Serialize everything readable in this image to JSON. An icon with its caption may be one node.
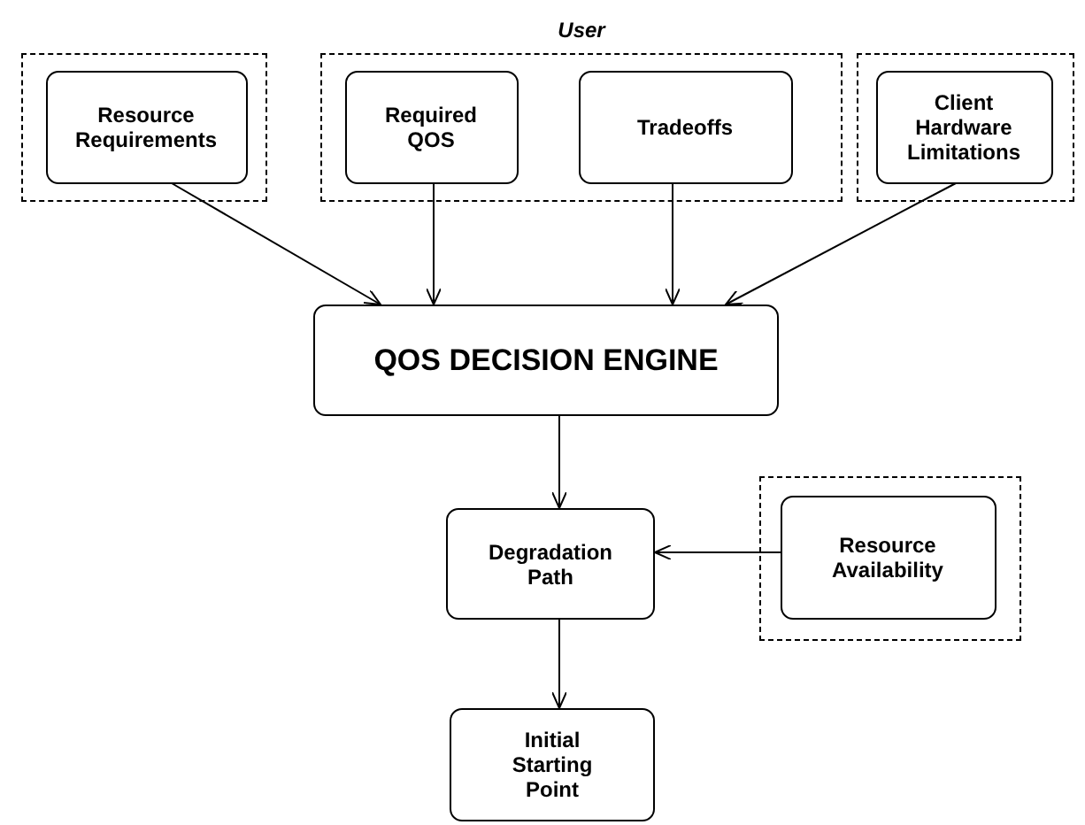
{
  "diagram": {
    "nodes": [
      {
        "text": [],
        "shape": "box"
      },
      {
        "text": [
          "Resource Requirements"
        ],
        "in": 0
      },
      {
        "text": [
          "User"
        ]
      },
      {
        "text": [
          "Required QOS"
        ],
        "in": 2
      },
      {
        "text": [
          "Tradeoffs"
        ],
        "in": 2
      },
      {
        "text": [],
        "shape": "box"
      },
      {
        "text": [
          "Client Hardware Limitations"
        ],
        "in": 5
      },
      {
        "text": [
          "QOS DECISION ENGINE"
        ]
      },
      {
        "text": [
          "Degradation Path"
        ]
      },
      {
        "text": [],
        "shape": "box"
      },
      {
        "text": [
          "Resource Availability"
        ],
        "in": 9
      },
      {
        "text": [
          "Initial Starting Point"
        ]
      }
    ],
    "edges": [
      {
        "from": 1,
        "to": 7,
        "arrow": "to"
      },
      {
        "from": 3,
        "to": 7,
        "arrow": "to"
      },
      {
        "from": 4,
        "to": 7,
        "arrow": "to"
      },
      {
        "from": 6,
        "to": 7,
        "arrow": "to"
      },
      {
        "from": 7,
        "to": 8,
        "arrow": "to"
      },
      {
        "from": 10,
        "to": 8,
        "arrow": "to"
      },
      {
        "from": 8,
        "to": 11,
        "arrow": "to"
      }
    ]
  }
}
